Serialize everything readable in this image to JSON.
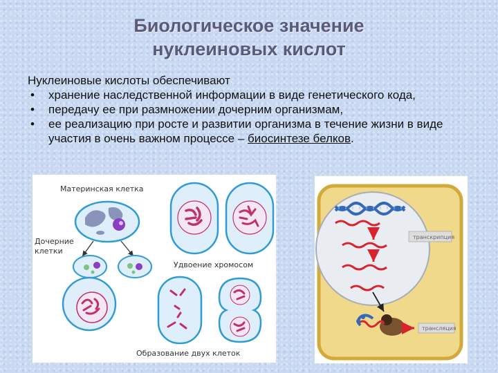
{
  "title": {
    "line1": "Биологическое значение",
    "line2": "нуклеиновых кислот"
  },
  "intro": "Нуклеиновые кислоты обеспечивают",
  "bullets": [
    {
      "marker": "•",
      "text": "хранение наследственной информации в виде генетического кода,"
    },
    {
      "marker": "•",
      "text": "передачу ее при размножении дочерним организмам,"
    },
    {
      "marker": "•",
      "text_before": "ее реализацию при росте и развитии организма в течение жизни в виде участия в очень важном процессе – ",
      "link": "биосинтезе белков",
      "text_after": "."
    }
  ],
  "figure_left": {
    "mother_cell": "Материнская клетка",
    "daughter_cells_line1": "Дочерние",
    "daughter_cells_line2": "клетки",
    "chromosome_doubling": "Удвоение хромосом",
    "two_cells_formation": "Образование двух клеток"
  },
  "figure_right": {
    "transcription": "транскрипция",
    "translation": "трансляция"
  },
  "colors": {
    "title": "#5a5a7a",
    "cell_fill": "#dfeefb",
    "cell_border": "#2e9bd2",
    "chromosome": "#c0306a",
    "nucleus": "#8a6fc8",
    "plant_cell": "#f1d98c",
    "plant_border": "#d2aa3b",
    "rna_red": "#d9232e",
    "dna_blue": "#3468b8"
  }
}
